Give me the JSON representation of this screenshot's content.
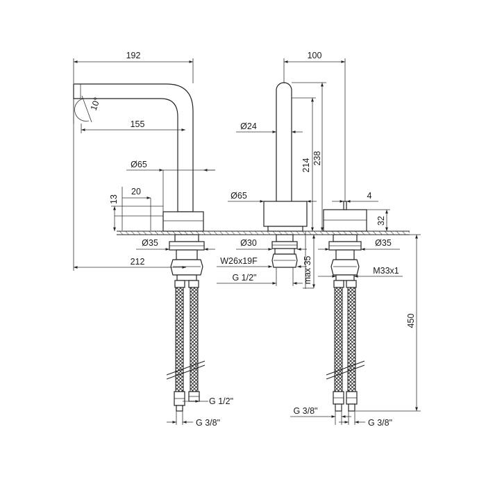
{
  "labels": {
    "d192": "192",
    "d100": "100",
    "angle": "10°",
    "d155": "155",
    "d24": "Ø24",
    "d65a": "Ø65",
    "d214": "214",
    "d238": "238",
    "d20": "20",
    "d13": "13",
    "d65b": "Ø65",
    "d4": "4",
    "d32": "32",
    "d35a": "Ø35",
    "d30": "Ø30",
    "d35b": "Ø35",
    "d212": "212",
    "w26": "W26x19F",
    "max35": "max 35",
    "m33": "M33x1",
    "g12a": "G 1/2\"",
    "d450": "450",
    "g12b": "G 1/2\"",
    "g38a": "G 3/8\"",
    "g38b": "G 3/8\"",
    "g38c": "G 3/8\""
  }
}
